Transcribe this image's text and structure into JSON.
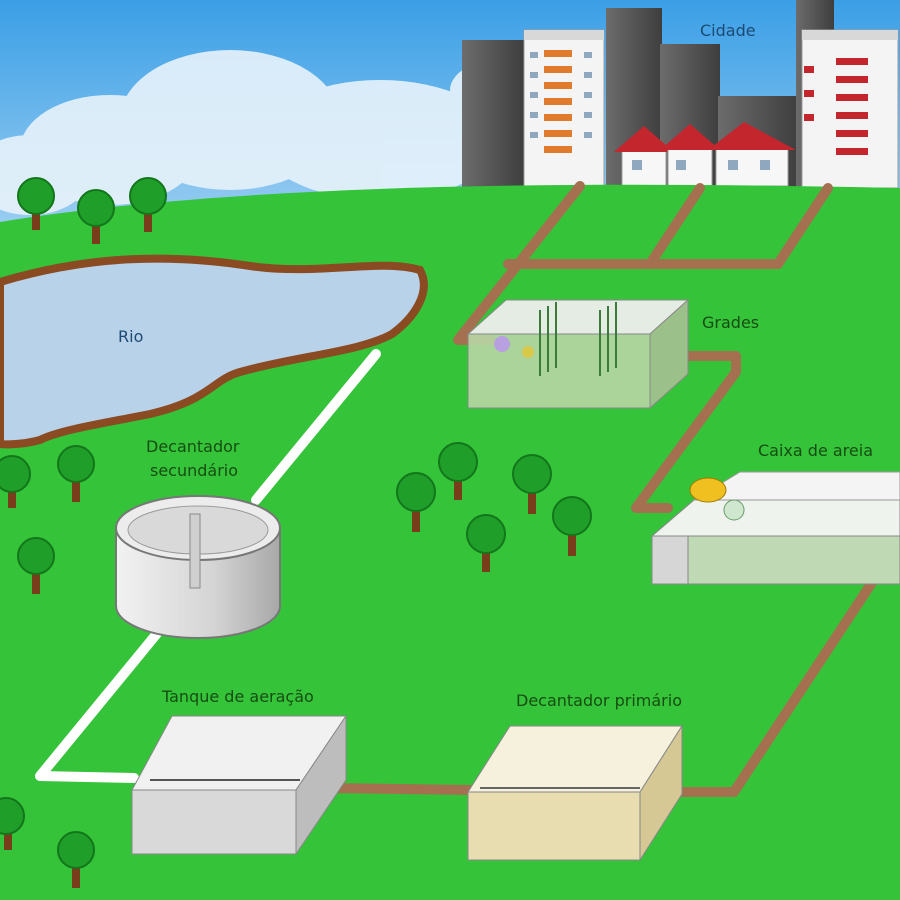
{
  "labels": {
    "city": "Cidade",
    "river": "Rio",
    "screens": "Grades",
    "grit_chamber": "Caixa de areia",
    "secondary_clarifier_line1": "Decantador",
    "secondary_clarifier_line2": "secundário",
    "aeration_tank": "Tanque de aeração",
    "primary_clarifier": "Decantador primário"
  },
  "colors": {
    "sky": "#4aa8e8",
    "grass": "#35c33a",
    "sewage_pipe": "#a4704f",
    "clean_pipe": "#ffffff",
    "river_water": "#b8d2ea",
    "river_bank": "#8a4a22"
  },
  "icons": {
    "tree": "tree-icon",
    "house": "house-icon",
    "building": "building-icon"
  }
}
